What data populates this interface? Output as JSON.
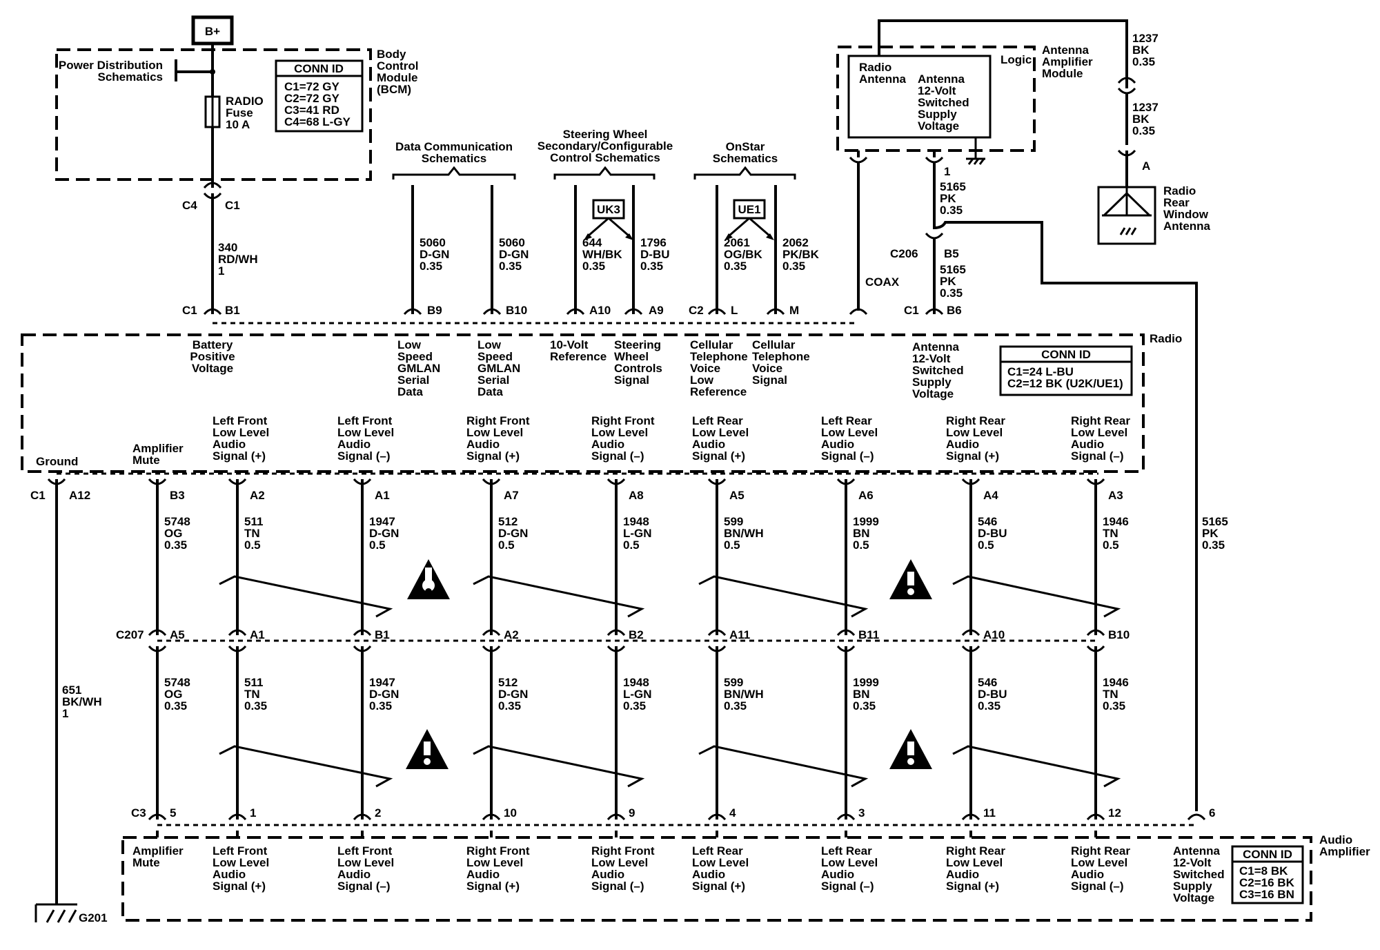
{
  "battery": {
    "label": "B+"
  },
  "bcm": {
    "title": [
      "Body",
      "Control",
      "Module",
      "(BCM)"
    ],
    "power_dist_ref": [
      "Power Distribution",
      "Schematics"
    ],
    "fuse": [
      "RADIO",
      "Fuse",
      "10 A"
    ],
    "conn_title": "CONN ID",
    "conn_lines": [
      "C1=72 GY",
      "C2=72 GY",
      "C3=41 RD",
      "C4=68 L-GY"
    ],
    "conn_c4": "C4",
    "conn_c1": "C1",
    "wire": [
      "340",
      "RD/WH",
      "1"
    ]
  },
  "refs": {
    "data_comm": [
      "Data Communication",
      "Schematics"
    ],
    "steering": [
      "Steering Wheel",
      "Secondary/Configurable",
      "Control Schematics"
    ],
    "onstar": [
      "OnStar",
      "Schematics"
    ]
  },
  "options": {
    "uk3": "UK3",
    "ue1": "UE1"
  },
  "upper_wires": {
    "w_b9": [
      "5060",
      "D-GN",
      "0.35"
    ],
    "w_b10": [
      "5060",
      "D-GN",
      "0.35"
    ],
    "w_a10": [
      "644",
      "WH/BK",
      "0.35"
    ],
    "w_a9": [
      "1796",
      "D-BU",
      "0.35"
    ],
    "w_l": [
      "2061",
      "OG/BK",
      "0.35"
    ],
    "w_m": [
      "2062",
      "PK/BK",
      "0.35"
    ]
  },
  "antenna_module": {
    "title": [
      "Antenna",
      "Amplifier",
      "Module"
    ],
    "logic": "Logic",
    "radio_antenna": [
      "Radio",
      "Antenna"
    ],
    "supply": [
      "Antenna",
      "12-Volt",
      "Switched",
      "Supply",
      "Voltage"
    ],
    "wire_1237_a": [
      "1237",
      "BK",
      "0.35"
    ],
    "wire_1237_b": [
      "1237",
      "BK",
      "0.35"
    ],
    "pin_a": "A",
    "pin_1": "1",
    "wire_5165_a": [
      "5165",
      "PK",
      "0.35"
    ],
    "c206": "C206",
    "b5": "B5",
    "wire_5165_b": [
      "5165",
      "PK",
      "0.35"
    ],
    "coax": "COAX",
    "wire_5165_c": [
      "5165",
      "PK",
      "0.35"
    ]
  },
  "rear_antenna": {
    "label": [
      "Radio",
      "Rear",
      "Window",
      "Antenna"
    ]
  },
  "radio": {
    "title": "Radio",
    "conn_title": "CONN ID",
    "conn_lines": [
      "C1=24 L-BU",
      "C2=12 BK (U2K/UE1)"
    ],
    "top_pins": {
      "c1": "C1",
      "b1": "B1",
      "b9": "B9",
      "b10": "B10",
      "a10": "A10",
      "a9": "A9",
      "c2": "C2",
      "l": "L",
      "m": "M",
      "c1b": "C1",
      "b6": "B6"
    },
    "top_labels": {
      "battery": [
        "Battery",
        "Positive",
        "Voltage"
      ],
      "gmlan1": [
        "Low",
        "Speed",
        "GMLAN",
        "Serial",
        "Data"
      ],
      "gmlan2": [
        "Low",
        "Speed",
        "GMLAN",
        "Serial",
        "Data"
      ],
      "ref10": [
        "10-Volt",
        "Reference"
      ],
      "swc": [
        "Steering",
        "Wheel",
        "Controls",
        "Signal"
      ],
      "cell_low": [
        "Cellular",
        "Telephone",
        "Voice",
        "Low",
        "Reference"
      ],
      "cell_sig": [
        "Cellular",
        "Telephone",
        "Voice",
        "Signal"
      ],
      "ant_supply": [
        "Antenna",
        "12-Volt",
        "Switched",
        "Supply",
        "Voltage"
      ]
    },
    "bottom_labels": {
      "ground": "Ground",
      "amp_mute": [
        "Amplifier",
        "Mute"
      ],
      "lf_p": [
        "Left Front",
        "Low Level",
        "Audio",
        "Signal (+)"
      ],
      "lf_n": [
        "Left Front",
        "Low Level",
        "Audio",
        "Signal (–)"
      ],
      "rf_p": [
        "Right Front",
        "Low Level",
        "Audio",
        "Signal (+)"
      ],
      "rf_n": [
        "Right Front",
        "Low Level",
        "Audio",
        "Signal (–)"
      ],
      "lr_p": [
        "Left Rear",
        "Low Level",
        "Audio",
        "Signal (+)"
      ],
      "lr_n": [
        "Left Rear",
        "Low Level",
        "Audio",
        "Signal (–)"
      ],
      "rr_p": [
        "Right Rear",
        "Low Level",
        "Audio",
        "Signal (+)"
      ],
      "rr_n": [
        "Right Rear",
        "Low Level",
        "Audio",
        "Signal (–)"
      ]
    },
    "bottom_conn": "C1",
    "bottom_pins": {
      "a12": "A12",
      "b3": "B3",
      "a2": "A2",
      "a1": "A1",
      "a7": "A7",
      "a8": "A8",
      "a5": "A5",
      "a6": "A6",
      "a4": "A4",
      "a3": "A3"
    }
  },
  "c207": {
    "label": "C207",
    "pins": {
      "a5": "A5",
      "a1": "A1",
      "b1": "B1",
      "a2": "A2",
      "b2": "B2",
      "a11": "A11",
      "b11": "B11",
      "a10": "A10",
      "b10": "B10"
    }
  },
  "mid_wires": {
    "w1": [
      "5748",
      "OG",
      "0.35"
    ],
    "w2": [
      "511",
      "TN",
      "0.5"
    ],
    "w3": [
      "1947",
      "D-GN",
      "0.5"
    ],
    "w4": [
      "512",
      "D-GN",
      "0.5"
    ],
    "w5": [
      "1948",
      "L-GN",
      "0.5"
    ],
    "w6": [
      "599",
      "BN/WH",
      "0.5"
    ],
    "w7": [
      "1999",
      "BN",
      "0.5"
    ],
    "w8": [
      "546",
      "D-BU",
      "0.5"
    ],
    "w9": [
      "1946",
      "TN",
      "0.5"
    ]
  },
  "low_wires": {
    "w0": [
      "651",
      "BK/WH",
      "1"
    ],
    "w1": [
      "5748",
      "OG",
      "0.35"
    ],
    "w2": [
      "511",
      "TN",
      "0.35"
    ],
    "w3": [
      "1947",
      "D-GN",
      "0.35"
    ],
    "w4": [
      "512",
      "D-GN",
      "0.35"
    ],
    "w5": [
      "1948",
      "L-GN",
      "0.35"
    ],
    "w6": [
      "599",
      "BN/WH",
      "0.35"
    ],
    "w7": [
      "1999",
      "BN",
      "0.35"
    ],
    "w8": [
      "546",
      "D-BU",
      "0.35"
    ],
    "w9": [
      "1946",
      "TN",
      "0.35"
    ]
  },
  "amplifier": {
    "title": [
      "Audio",
      "Amplifier"
    ],
    "conn": "C3",
    "pins": {
      "p5": "5",
      "p1": "1",
      "p2": "2",
      "p10": "10",
      "p9": "9",
      "p4": "4",
      "p3": "3",
      "p11": "11",
      "p12": "12",
      "p6": "6"
    },
    "labels": {
      "amp_mute": [
        "Amplifier",
        "Mute"
      ],
      "lf_p": [
        "Left Front",
        "Low Level",
        "Audio",
        "Signal (+)"
      ],
      "lf_n": [
        "Left Front",
        "Low Level",
        "Audio",
        "Signal (–)"
      ],
      "rf_p": [
        "Right Front",
        "Low Level",
        "Audio",
        "Signal (+)"
      ],
      "rf_n": [
        "Right Front",
        "Low Level",
        "Audio",
        "Signal (–)"
      ],
      "lr_p": [
        "Left Rear",
        "Low Level",
        "Audio",
        "Signal (+)"
      ],
      "lr_n": [
        "Left Rear",
        "Low Level",
        "Audio",
        "Signal (–)"
      ],
      "rr_p": [
        "Right Rear",
        "Low Level",
        "Audio",
        "Signal (+)"
      ],
      "rr_n": [
        "Right Rear",
        "Low Level",
        "Audio",
        "Signal (–)"
      ],
      "ant_supply": [
        "Antenna",
        "12-Volt",
        "Switched",
        "Supply",
        "Voltage"
      ]
    },
    "conn_title": "CONN ID",
    "conn_lines": [
      "C1=8 BK",
      "C2=16 BK",
      "C3=16 BN"
    ]
  },
  "ground": {
    "label": "G201"
  }
}
